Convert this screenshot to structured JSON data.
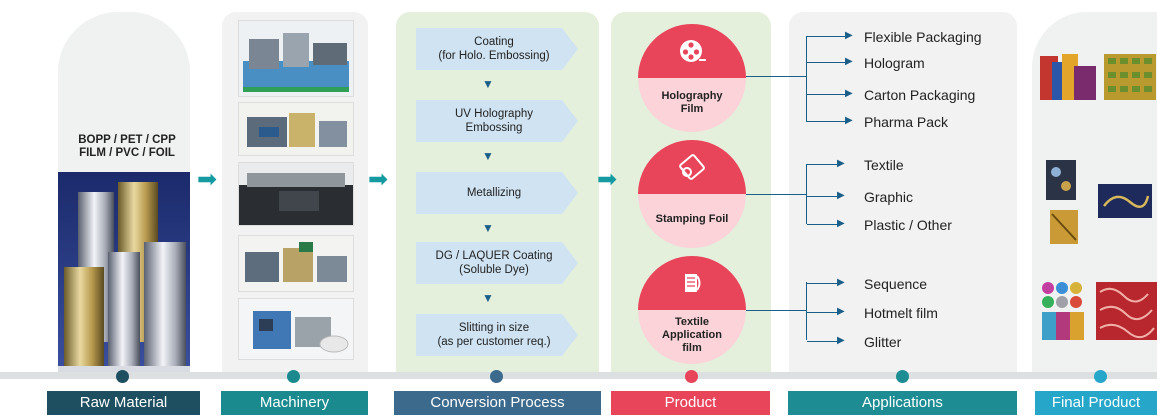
{
  "raw_material": {
    "text_line1": "BOPP / PET / CPP",
    "text_line2": "FILM / PVC / FOIL"
  },
  "conversion_steps": [
    {
      "line1": "Coating",
      "line2": "(for Holo. Embossing)"
    },
    {
      "line1": "UV Holography",
      "line2": "Embossing"
    },
    {
      "line1": "Metallizing",
      "line2": ""
    },
    {
      "line1": "DG / LAQUER Coating",
      "line2": "(Soluble Dye)"
    },
    {
      "line1": "Slitting in size",
      "line2": "(as per customer req.)"
    }
  ],
  "products": [
    {
      "line1": "Holography",
      "line2": "Film",
      "line3": "",
      "icon": "film-reel-icon"
    },
    {
      "line1": "Stamping Foil",
      "line2": "",
      "line3": "",
      "icon": "foil-roll-icon"
    },
    {
      "line1": "Textile",
      "line2": "Application",
      "line3": "film",
      "icon": "textile-icon"
    }
  ],
  "applications": {
    "group1": [
      "Flexible Packaging",
      "Hologram",
      "Carton Packaging",
      "Pharma Pack"
    ],
    "group2": [
      "Textile",
      "Graphic",
      "Plastic / Other"
    ],
    "group3": [
      "Sequence",
      "Hotmelt film",
      "Glitter"
    ]
  },
  "timeline_labels": {
    "raw_material": "Raw Material",
    "machinery": "Machinery",
    "conversion": "Conversion Process",
    "product": "Product",
    "applications": "Applications",
    "final_product": "Final Product"
  },
  "colors": {
    "raw_material": "#1e4f60",
    "machinery": "#1a8a8e",
    "conversion": "#3b6a8c",
    "product": "#e8445a",
    "applications": "#1e8d93",
    "final_product": "#26a6c8",
    "flow_arrow": "#159aa2"
  }
}
